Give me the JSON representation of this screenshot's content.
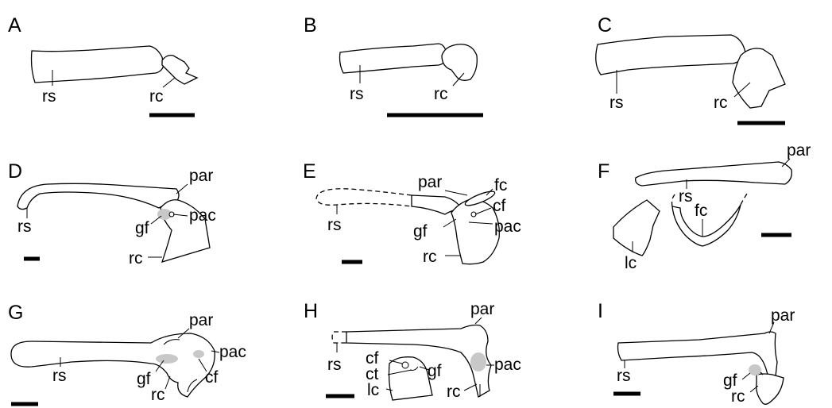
{
  "panels": [
    {
      "id": "A",
      "labels": {
        "rs": "rs",
        "rc": "rc"
      }
    },
    {
      "id": "B",
      "labels": {
        "rs": "rs",
        "rc": "rc"
      }
    },
    {
      "id": "C",
      "labels": {
        "rs": "rs",
        "rc": "rc"
      }
    },
    {
      "id": "D",
      "labels": {
        "par": "par",
        "rs": "rs",
        "gf": "gf",
        "pac": "pac",
        "rc": "rc"
      }
    },
    {
      "id": "E",
      "labels": {
        "par": "par",
        "fc": "fc",
        "cf": "cf",
        "rs": "rs",
        "gf": "gf",
        "pac": "pac",
        "rc": "rc"
      }
    },
    {
      "id": "F",
      "labels": {
        "par": "par",
        "rs": "rs",
        "fc": "fc",
        "lc": "lc"
      }
    },
    {
      "id": "G",
      "labels": {
        "par": "par",
        "pac": "pac",
        "rs": "rs",
        "gf": "gf",
        "rc": "rc",
        "cf": "cf"
      }
    },
    {
      "id": "H",
      "labels": {
        "par": "par",
        "rs": "rs",
        "cf": "cf",
        "ct": "ct",
        "gf": "gf",
        "lc": "lc",
        "pac": "pac",
        "rc": "rc"
      }
    },
    {
      "id": "I",
      "labels": {
        "par": "par",
        "rs": "rs",
        "gf": "gf",
        "rc": "rc"
      }
    }
  ],
  "colors": {
    "outline": "#000000",
    "facet_fill": "#c8c8c8",
    "background": "#ffffff"
  }
}
